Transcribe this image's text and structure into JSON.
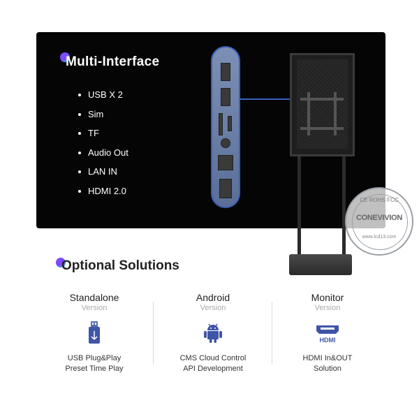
{
  "interface": {
    "title": "Multi-Interface",
    "items": [
      "USB X 2",
      "Sim",
      "TF",
      "Audio Out",
      "LAN IN",
      "HDMI 2.0"
    ]
  },
  "stamp": {
    "brand": "CONEVIVION",
    "top": "CE ROHS FCC",
    "bottom": "www.lcd13.com"
  },
  "optional": {
    "title": "Optional Solutions",
    "columns": [
      {
        "title": "Standalone",
        "subtitle": "Version",
        "icon": "usb-drive-icon",
        "line1": "USB Plug&Play",
        "line2": "Preset Time Play"
      },
      {
        "title": "Android",
        "subtitle": "Version",
        "icon": "android-icon",
        "line1": "CMS Cloud Control",
        "line2": "API Development"
      },
      {
        "title": "Monitor",
        "subtitle": "Version",
        "icon": "hdmi-icon",
        "line1": "HDMI In&OUT",
        "line2": "Solution",
        "icon_label": "HDMI"
      }
    ]
  },
  "colors": {
    "panel": "#050505",
    "accent": "#3a5fc5",
    "text_dark": "#222222",
    "text_muted": "#aaaaaa"
  }
}
